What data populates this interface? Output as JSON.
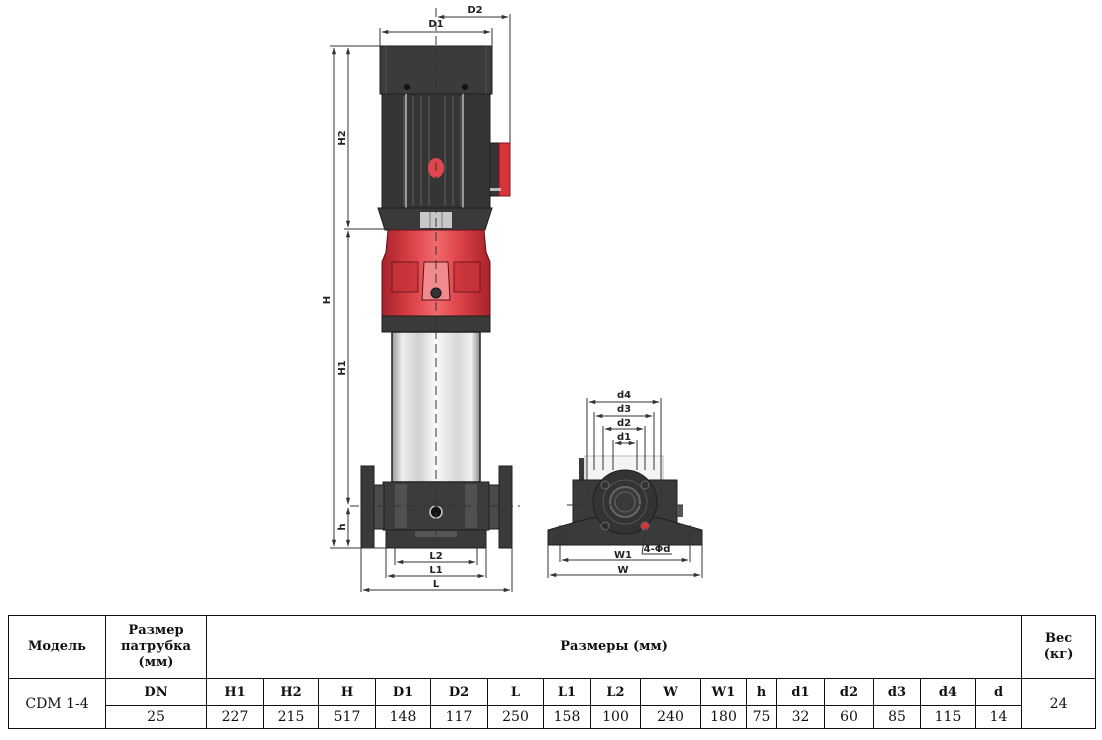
{
  "drawing": {
    "front_view_labels": {
      "D1": "D1",
      "D2": "D2",
      "H": "H",
      "H1": "H1",
      "H2": "H2",
      "h": "h",
      "L": "L",
      "L1": "L1",
      "L2": "L2"
    },
    "side_view_labels": {
      "d1": "d1",
      "d2": "d2",
      "d3": "d3",
      "d4": "d4",
      "W": "W",
      "W1": "W1",
      "holes": "4-Φd"
    },
    "colors": {
      "motor": "#3a3a3a",
      "pump_head": "#d8343a",
      "sleeve": "#e8e8e8",
      "base": "#3c3c3c",
      "dim_line": "#333333"
    }
  },
  "table": {
    "header": {
      "model": "Модель",
      "connection_size": "Размер патрубка (мм)",
      "connection_size_lines": [
        "Размер",
        "патрубка",
        "(мм)"
      ],
      "dimensions": "Размеры (мм)",
      "weight": "Вес (кг)",
      "weight_lines": [
        "Вес",
        "(кг)"
      ]
    },
    "columns": [
      "DN",
      "H1",
      "H2",
      "H",
      "D1",
      "D2",
      "L",
      "L1",
      "L2",
      "W",
      "W1",
      "h",
      "d1",
      "d2",
      "d3",
      "d4",
      "d"
    ],
    "rows": [
      {
        "model": "CDM 1-4",
        "values": [
          "25",
          "227",
          "215",
          "517",
          "148",
          "117",
          "250",
          "158",
          "100",
          "240",
          "180",
          "75",
          "32",
          "60",
          "85",
          "115",
          "14"
        ],
        "weight": "24"
      }
    ]
  }
}
